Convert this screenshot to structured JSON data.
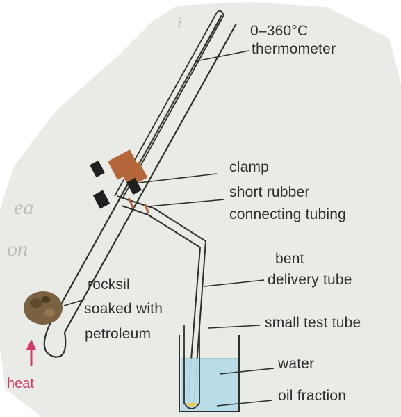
{
  "labels": {
    "thermometer_range": "0–360°C",
    "thermometer": "thermometer",
    "clamp": "clamp",
    "rubber_line1": "short rubber",
    "rubber_line2": "connecting tubing",
    "bent_line1": "bent",
    "bent_line2": "delivery tube",
    "small_test_tube": "small test tube",
    "water": "water",
    "oil_fraction": "oil fraction",
    "rocksil_line1": "rocksil",
    "rocksil_line2": "soaked with",
    "rocksil_line3": "petroleum",
    "heat": "heat"
  },
  "colors": {
    "paper": "#e9ece6",
    "ink": "#2d2f2c",
    "clamp": "#b4653a",
    "water": "#b5dbe8",
    "heat": "#d23a6a",
    "oil": "#f2c84b"
  }
}
